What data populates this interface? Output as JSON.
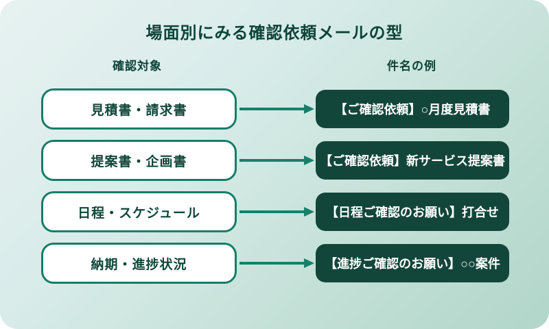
{
  "page": {
    "title": "場面別にみる確認依頼メールの型",
    "left_column_header": "確認対象",
    "right_column_header": "件名の例"
  },
  "rows": [
    {
      "target": "見積書・請求書",
      "subject": "【ご確認依頼】○月度見積書"
    },
    {
      "target": "提案書・企画書",
      "subject": "【ご確認依頼】新サービス提案書"
    },
    {
      "target": "日程・スケジュール",
      "subject": "【日程ご確認のお願い】打合せ"
    },
    {
      "target": "納期・進捗状況",
      "subject": "【進捗ご確認のお願い】○○案件"
    }
  ],
  "colors": {
    "heading_text": "#0d4437",
    "target_box_border": "#147d68",
    "target_box_background": "#ffffff",
    "target_box_text": "#114639",
    "arrow": "#17806a",
    "subject_box_background": "#12463a",
    "subject_box_text": "#ffffff",
    "background_gradient_start": "#e7f2f1",
    "background_gradient_end": "#b2d6ca"
  }
}
